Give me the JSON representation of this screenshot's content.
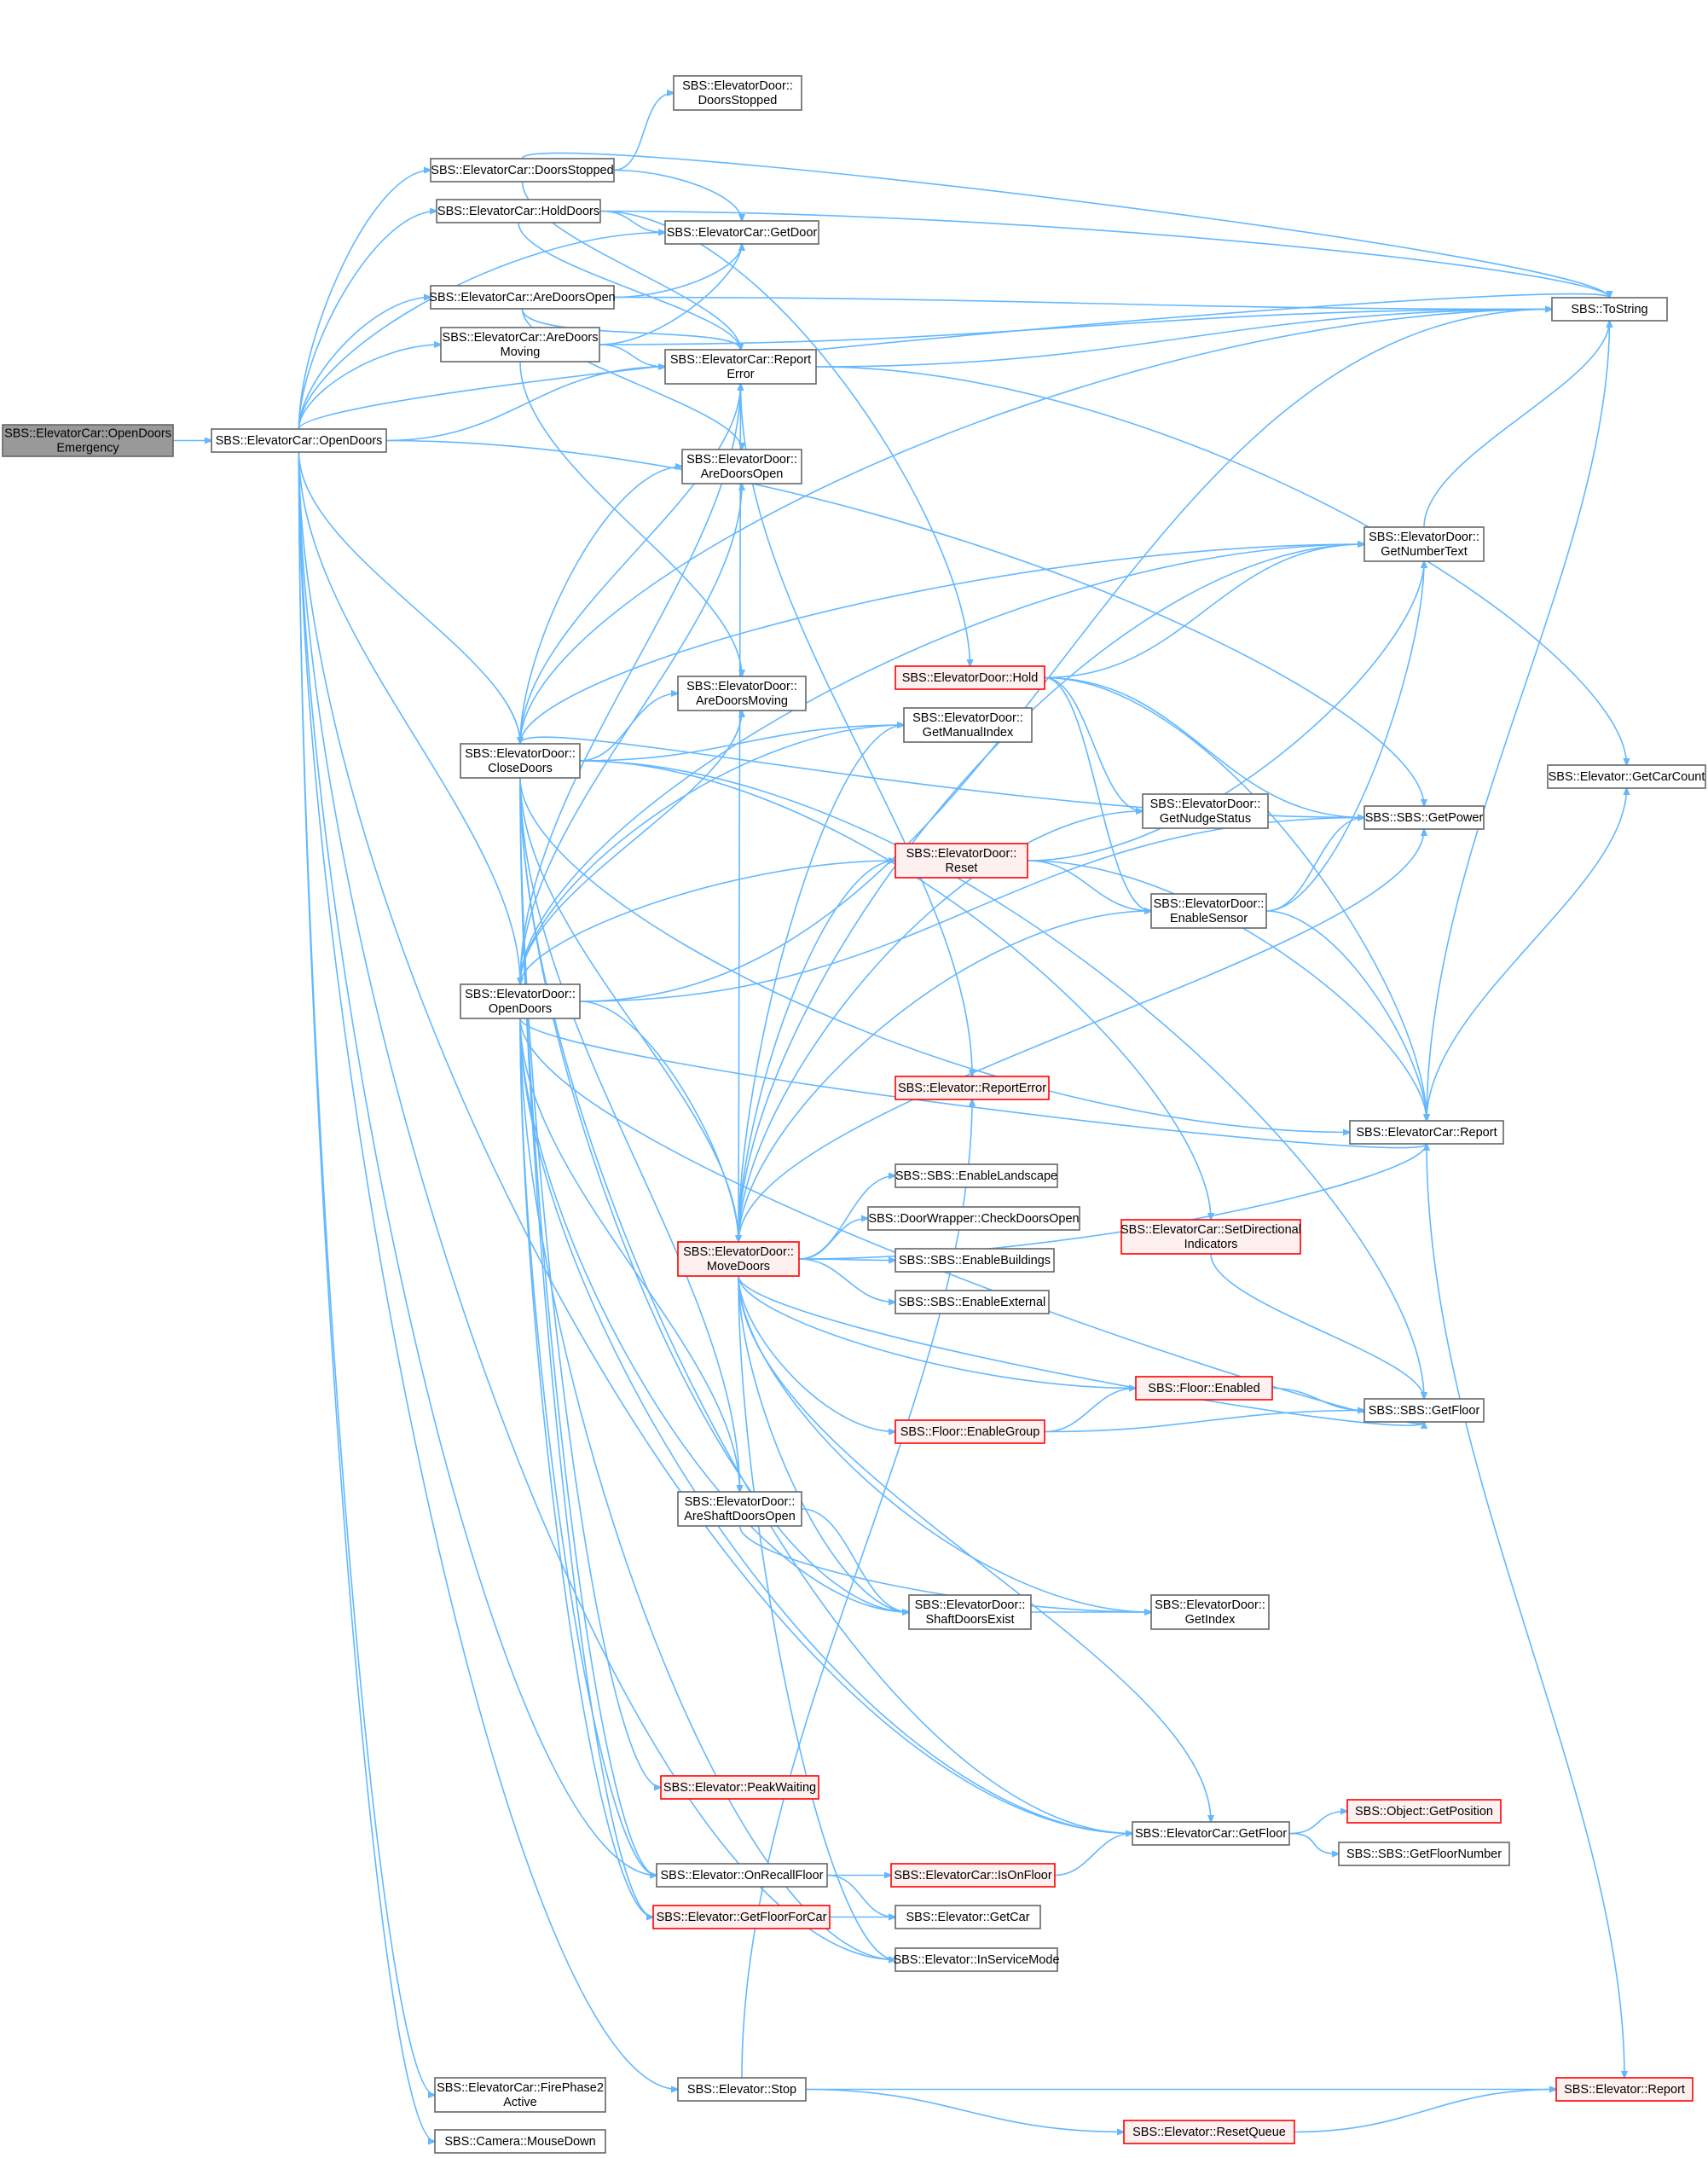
{
  "colors": {
    "edge": "#63b8ff",
    "node_fill": "#ffffff",
    "node_border": "#666666",
    "root_fill": "#999999",
    "root_border": "#666666",
    "truncated_fill": "#fff0f0",
    "truncated_border": "#ff0000"
  },
  "nodes": [
    {
      "id": "root",
      "lines": [
        "SBS::ElevatorCar::OpenDoors",
        "Emergency"
      ],
      "style": "root"
    },
    {
      "id": "car_open",
      "lines": [
        "SBS::ElevatorCar::OpenDoors"
      ],
      "style": "normal"
    },
    {
      "id": "car_doorsstopped",
      "lines": [
        "SBS::ElevatorCar::DoorsStopped"
      ],
      "style": "normal"
    },
    {
      "id": "car_holddoors",
      "lines": [
        "SBS::ElevatorCar::HoldDoors"
      ],
      "style": "normal"
    },
    {
      "id": "car_aredoorsopen",
      "lines": [
        "SBS::ElevatorCar::AreDoorsOpen"
      ],
      "style": "normal"
    },
    {
      "id": "car_aredoorsmoving",
      "lines": [
        "SBS::ElevatorCar::AreDoors",
        "Moving"
      ],
      "style": "normal"
    },
    {
      "id": "door_close",
      "lines": [
        "SBS::ElevatorDoor::",
        "CloseDoors"
      ],
      "style": "normal"
    },
    {
      "id": "door_open",
      "lines": [
        "SBS::ElevatorDoor::",
        "OpenDoors"
      ],
      "style": "normal"
    },
    {
      "id": "car_firephase2",
      "lines": [
        "SBS::ElevatorCar::FirePhase2",
        "Active"
      ],
      "style": "normal"
    },
    {
      "id": "camera_mousedown",
      "lines": [
        "SBS::Camera::MouseDown"
      ],
      "style": "normal"
    },
    {
      "id": "door_doorsstopped",
      "lines": [
        "SBS::ElevatorDoor::",
        "DoorsStopped"
      ],
      "style": "normal"
    },
    {
      "id": "car_getdoor",
      "lines": [
        "SBS::ElevatorCar::GetDoor"
      ],
      "style": "normal"
    },
    {
      "id": "car_reporterror",
      "lines": [
        "SBS::ElevatorCar::Report",
        "Error"
      ],
      "style": "normal"
    },
    {
      "id": "door_aredoorsopen",
      "lines": [
        "SBS::ElevatorDoor::",
        "AreDoorsOpen"
      ],
      "style": "normal"
    },
    {
      "id": "door_aredoorsmoving",
      "lines": [
        "SBS::ElevatorDoor::",
        "AreDoorsMoving"
      ],
      "style": "normal"
    },
    {
      "id": "door_movedoors",
      "lines": [
        "SBS::ElevatorDoor::",
        "MoveDoors"
      ],
      "style": "truncated"
    },
    {
      "id": "door_areshaftdoorsopen",
      "lines": [
        "SBS::ElevatorDoor::",
        "AreShaftDoorsOpen"
      ],
      "style": "normal"
    },
    {
      "id": "elev_peakwaiting",
      "lines": [
        "SBS::Elevator::PeakWaiting"
      ],
      "style": "truncated"
    },
    {
      "id": "elev_onrecallfloor",
      "lines": [
        "SBS::Elevator::OnRecallFloor"
      ],
      "style": "normal"
    },
    {
      "id": "elev_getfloorforcar",
      "lines": [
        "SBS::Elevator::GetFloorForCar"
      ],
      "style": "truncated"
    },
    {
      "id": "elev_stop",
      "lines": [
        "SBS::Elevator::Stop"
      ],
      "style": "normal"
    },
    {
      "id": "door_hold",
      "lines": [
        "SBS::ElevatorDoor::Hold"
      ],
      "style": "truncated"
    },
    {
      "id": "door_getmanualindex",
      "lines": [
        "SBS::ElevatorDoor::",
        "GetManualIndex"
      ],
      "style": "normal"
    },
    {
      "id": "door_reset",
      "lines": [
        "SBS::ElevatorDoor::",
        "Reset"
      ],
      "style": "truncated"
    },
    {
      "id": "elev_reporterror",
      "lines": [
        "SBS::Elevator::ReportError"
      ],
      "style": "truncated"
    },
    {
      "id": "sbs_enablelandscape",
      "lines": [
        "SBS::SBS::EnableLandscape"
      ],
      "style": "normal"
    },
    {
      "id": "dw_checkdoorsopen",
      "lines": [
        "SBS::DoorWrapper::CheckDoorsOpen"
      ],
      "style": "normal"
    },
    {
      "id": "sbs_enablebuildings",
      "lines": [
        "SBS::SBS::EnableBuildings"
      ],
      "style": "normal"
    },
    {
      "id": "sbs_enableexternal",
      "lines": [
        "SBS::SBS::EnableExternal"
      ],
      "style": "normal"
    },
    {
      "id": "floor_enablegroup",
      "lines": [
        "SBS::Floor::EnableGroup"
      ],
      "style": "truncated"
    },
    {
      "id": "door_shaftdoorsexist",
      "lines": [
        "SBS::ElevatorDoor::",
        "ShaftDoorsExist"
      ],
      "style": "normal"
    },
    {
      "id": "elev_iscar",
      "lines": [
        "SBS::ElevatorCar::IsOnFloor"
      ],
      "style": "truncated"
    },
    {
      "id": "elev_getcar",
      "lines": [
        "SBS::Elevator::GetCar"
      ],
      "style": "normal"
    },
    {
      "id": "elev_inservicemode",
      "lines": [
        "SBS::Elevator::InServiceMode"
      ],
      "style": "normal"
    },
    {
      "id": "door_getnudgestatus",
      "lines": [
        "SBS::ElevatorDoor::",
        "GetNudgeStatus"
      ],
      "style": "normal"
    },
    {
      "id": "door_enablesensor",
      "lines": [
        "SBS::ElevatorDoor::",
        "EnableSensor"
      ],
      "style": "normal"
    },
    {
      "id": "car_setdirectional",
      "lines": [
        "SBS::ElevatorCar::SetDirectional",
        "Indicators"
      ],
      "style": "truncated"
    },
    {
      "id": "floor_enabled",
      "lines": [
        "SBS::Floor::Enabled"
      ],
      "style": "truncated"
    },
    {
      "id": "door_getindex",
      "lines": [
        "SBS::ElevatorDoor::",
        "GetIndex"
      ],
      "style": "normal"
    },
    {
      "id": "car_getfloor",
      "lines": [
        "SBS::ElevatorCar::GetFloor"
      ],
      "style": "normal"
    },
    {
      "id": "elev_resetqueue",
      "lines": [
        "SBS::Elevator::ResetQueue"
      ],
      "style": "truncated"
    },
    {
      "id": "door_getnumbertext",
      "lines": [
        "SBS::ElevatorDoor::",
        "GetNumberText"
      ],
      "style": "normal"
    },
    {
      "id": "sbs_getpower",
      "lines": [
        "SBS::SBS::GetPower"
      ],
      "style": "normal"
    },
    {
      "id": "car_report",
      "lines": [
        "SBS::ElevatorCar::Report"
      ],
      "style": "normal"
    },
    {
      "id": "sbs_getfloor",
      "lines": [
        "SBS::SBS::GetFloor"
      ],
      "style": "normal"
    },
    {
      "id": "obj_getposition",
      "lines": [
        "SBS::Object::GetPosition"
      ],
      "style": "truncated"
    },
    {
      "id": "sbs_getfloornumber",
      "lines": [
        "SBS::SBS::GetFloorNumber"
      ],
      "style": "normal"
    },
    {
      "id": "sbs_tostring",
      "lines": [
        "SBS::ToString"
      ],
      "style": "normal"
    },
    {
      "id": "elev_getcarcount",
      "lines": [
        "SBS::Elevator::GetCarCount"
      ],
      "style": "normal"
    },
    {
      "id": "elev_report",
      "lines": [
        "SBS::Elevator::Report"
      ],
      "style": "truncated"
    }
  ]
}
